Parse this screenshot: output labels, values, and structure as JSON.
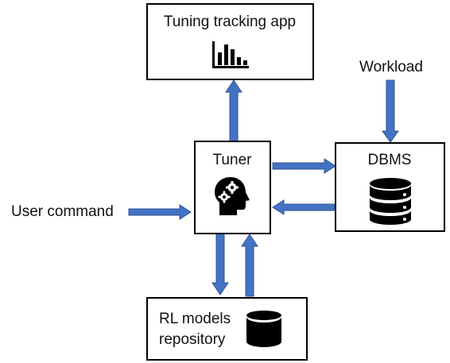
{
  "nodes": {
    "tracking_app": {
      "label": "Tuning tracking app",
      "icon": "bar-chart-icon"
    },
    "tuner": {
      "label": "Tuner",
      "icon": "head-gears-icon"
    },
    "dbms": {
      "label": "DBMS",
      "icon": "database-icon"
    },
    "rl_repo": {
      "label_line1": "RL models",
      "label_line2": "repository",
      "icon": "database-icon"
    }
  },
  "external_inputs": {
    "workload": "Workload",
    "user_command": "User command"
  },
  "edges": [
    {
      "from": "tuner",
      "to": "tracking_app"
    },
    {
      "from": "workload",
      "to": "dbms"
    },
    {
      "from": "tuner",
      "to": "dbms"
    },
    {
      "from": "dbms",
      "to": "tuner"
    },
    {
      "from": "user_command",
      "to": "tuner"
    },
    {
      "from": "tuner",
      "to": "rl_repo"
    },
    {
      "from": "rl_repo",
      "to": "tuner"
    }
  ],
  "colors": {
    "arrow_fill": "#4472c4",
    "arrow_stroke": "#2f528f",
    "box_border": "#000000"
  }
}
